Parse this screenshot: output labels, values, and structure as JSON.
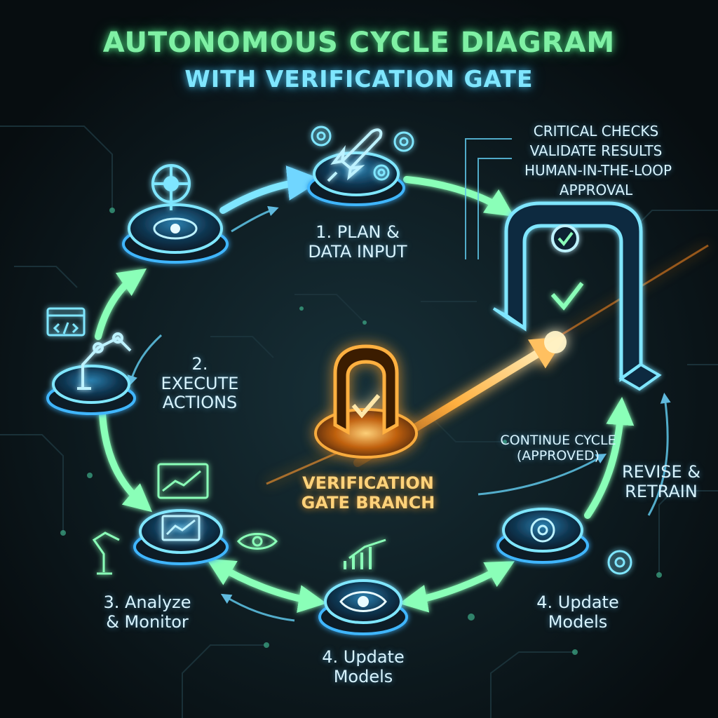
{
  "title": {
    "line1": "AUTONOMOUS CYCLE DIAGRAM",
    "line2": "WITH VERIFICATION GATE"
  },
  "gate_notes": {
    "line1": "CRITICAL CHECKS",
    "line2": "VALIDATE RESULTS",
    "line3": "HUMAN-IN-THE-LOOP",
    "line4": "APPROVAL"
  },
  "steps": {
    "plan": "1. PLAN &\nDATA INPUT",
    "execute": "2.\nEXECUTE\nACTIONS",
    "analyze": "3. Analyze\n& Monitor",
    "update_bottom": "4. Update\nModels",
    "update_right": "4. Update\nModels"
  },
  "branch_label": "VERIFICATION\nGATE BRANCH",
  "edge_labels": {
    "continue": "CONTINUE CYCLE\n(APPROVED)",
    "revise": "REVISE &\nRETRAIN"
  },
  "colors": {
    "background": "#0b1418",
    "green_glow": "#6ff5a8",
    "cyan_glow": "#5fd8ff",
    "orange_glow": "#ff9a2e"
  }
}
